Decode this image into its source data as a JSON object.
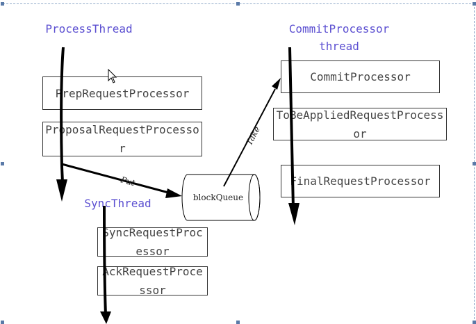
{
  "diagram": {
    "threads": {
      "process": "ProcessThread",
      "commit": "CommitProcessor\nthread",
      "sync": "SyncThread"
    },
    "processors": {
      "prep": "PrepRequestProcessor",
      "proposal": "ProposalRequestProcessor",
      "commit": "CommitProcessor",
      "to_be_applied": "ToBeAppliedRequestProcessor",
      "final": "FinalRequestProcessor",
      "sync": "SyncRequestProcessor",
      "ack": "AckRequestProcessor"
    },
    "queue": "blockQueue",
    "edges": {
      "put": "Put",
      "take": "Take"
    }
  },
  "colors": {
    "thread_title": "#5b4fd1",
    "box_border": "#333333",
    "text": "#444444",
    "frame_handle": "#5a7aa8"
  }
}
